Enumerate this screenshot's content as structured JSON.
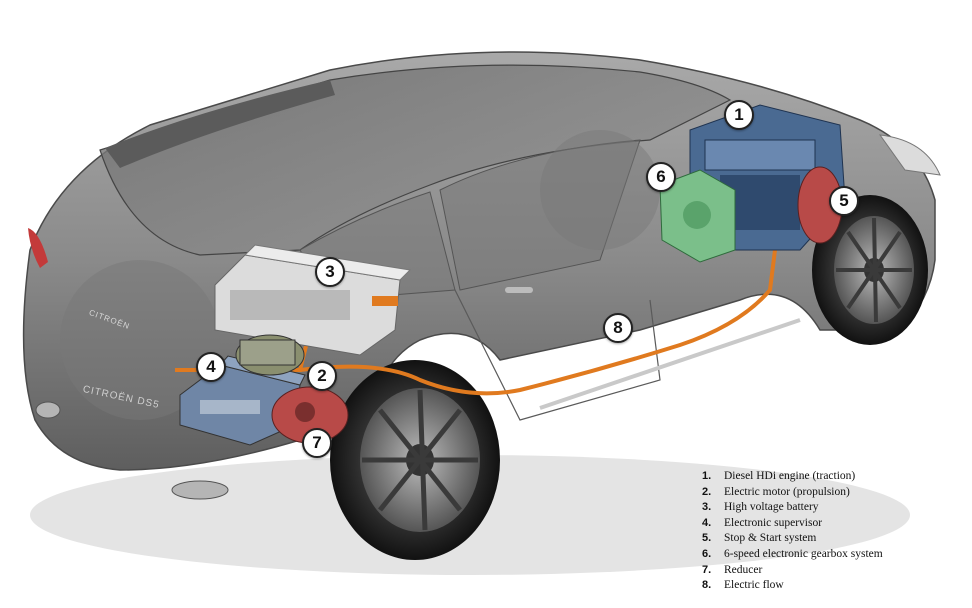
{
  "callouts": [
    {
      "number": "1"
    },
    {
      "number": "2"
    },
    {
      "number": "3"
    },
    {
      "number": "4"
    },
    {
      "number": "5"
    },
    {
      "number": "6"
    },
    {
      "number": "7"
    },
    {
      "number": "8"
    }
  ],
  "legend": [
    {
      "number": "1.",
      "label": "Diesel HDi engine (traction)"
    },
    {
      "number": "2.",
      "label": "Electric motor (propulsion)"
    },
    {
      "number": "3.",
      "label": "High voltage battery"
    },
    {
      "number": "4.",
      "label": "Electronic supervisor"
    },
    {
      "number": "5.",
      "label": "Stop & Start system"
    },
    {
      "number": "6.",
      "label": "6-speed electronic gearbox system"
    },
    {
      "number": "7.",
      "label": "Reducer"
    },
    {
      "number": "8.",
      "label": "Electric flow"
    }
  ],
  "badges": {
    "tailgate_model": "CITROËN",
    "plate_text": "CITROËN DS5"
  },
  "colors": {
    "body": "#8c8c8c",
    "electric_flow": "#e07a1f",
    "engine": "#4a6a92",
    "gearbox": "#7bbf8a",
    "stop_start": "#b84a48",
    "battery": "#dcdcdc"
  }
}
